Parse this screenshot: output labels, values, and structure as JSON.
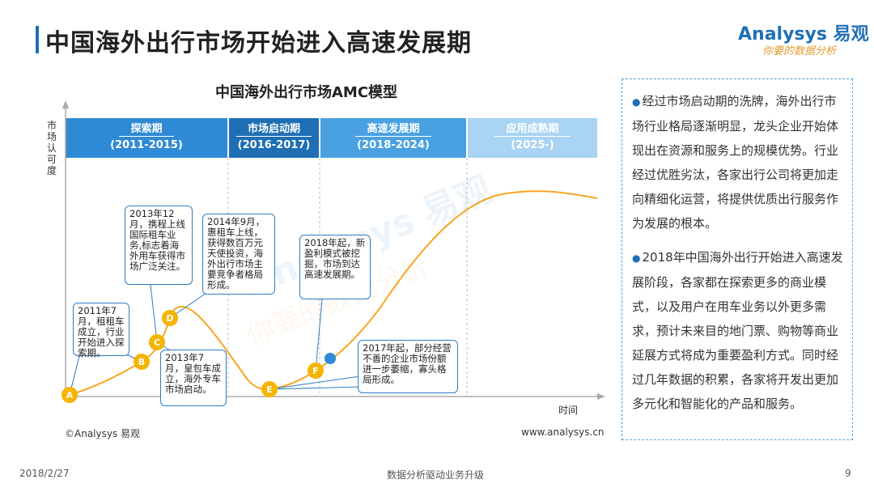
{
  "header": {
    "title": "中国海外出行市场开始进入高速发展期",
    "logo_text": "nalysys 易观",
    "logo_prefix": "A",
    "logo_slogan": "你要的数据分析"
  },
  "chart": {
    "title": "中国海外出行市场AMC模型",
    "ylabel": "市场认可度",
    "xlabel": "时间",
    "phases": [
      {
        "name": "探索期",
        "years": "(2011-2015)",
        "color": "#2f8ad6"
      },
      {
        "name": "市场启动期",
        "years": "(2016-2017)",
        "color": "#1f6fb5"
      },
      {
        "name": "高速发展期",
        "years": "(2018-2024)",
        "color": "#4aa1e2"
      },
      {
        "name": "应用成熟期",
        "years": "(2025-)",
        "color": "#a9d4f3"
      }
    ],
    "points": [
      "A",
      "B",
      "C",
      "D",
      "E",
      "F"
    ],
    "point_color": "#f5b400",
    "curve_color": "#f5a623",
    "callouts": {
      "a": "2011年7月，租租车成立，行业开始进入探索期。",
      "b": "2013年12月，携程上线国际租车业务,标志着海外用车获得市场广泛关注。",
      "c": "2013年7月，皇包车成立，海外专车市场启动。",
      "d": "2014年9月，惠租车上线，获得数百万元天使投资，海外出行市场主要竞争者格局形成。",
      "e": "2017年起，部分经营不善的企业市场份额进一步萎缩，寡头格局形成。",
      "f": "2018年起，新盈利模式被挖掘，市场到达高速发展期。"
    }
  },
  "right_panel": {
    "paragraphs": [
      "经过市场启动期的洗牌，海外出行市场行业格局逐渐明显，龙头企业开始体现出在资源和服务上的规模优势。行业经过优胜劣汰，各家出行公司将更加走向精细化运营，将提供优质出行服务作为发展的根本。",
      "2018年中国海外出行开始进入高速发展阶段，各家都在探索更多的商业模式，以及用户在用车业务以外更多需求，预计未来目的地门票、购物等商业延展方式将成为重要盈利方式。同时经过几年数据的积累，各家将开发出更加多元化和智能化的产品和服务。"
    ]
  },
  "footer": {
    "copyright": "©Analysys 易观",
    "url": "www.analysys.cn",
    "date": "2018/2/27",
    "slogan": "数据分析驱动业务升级",
    "page": "9"
  }
}
